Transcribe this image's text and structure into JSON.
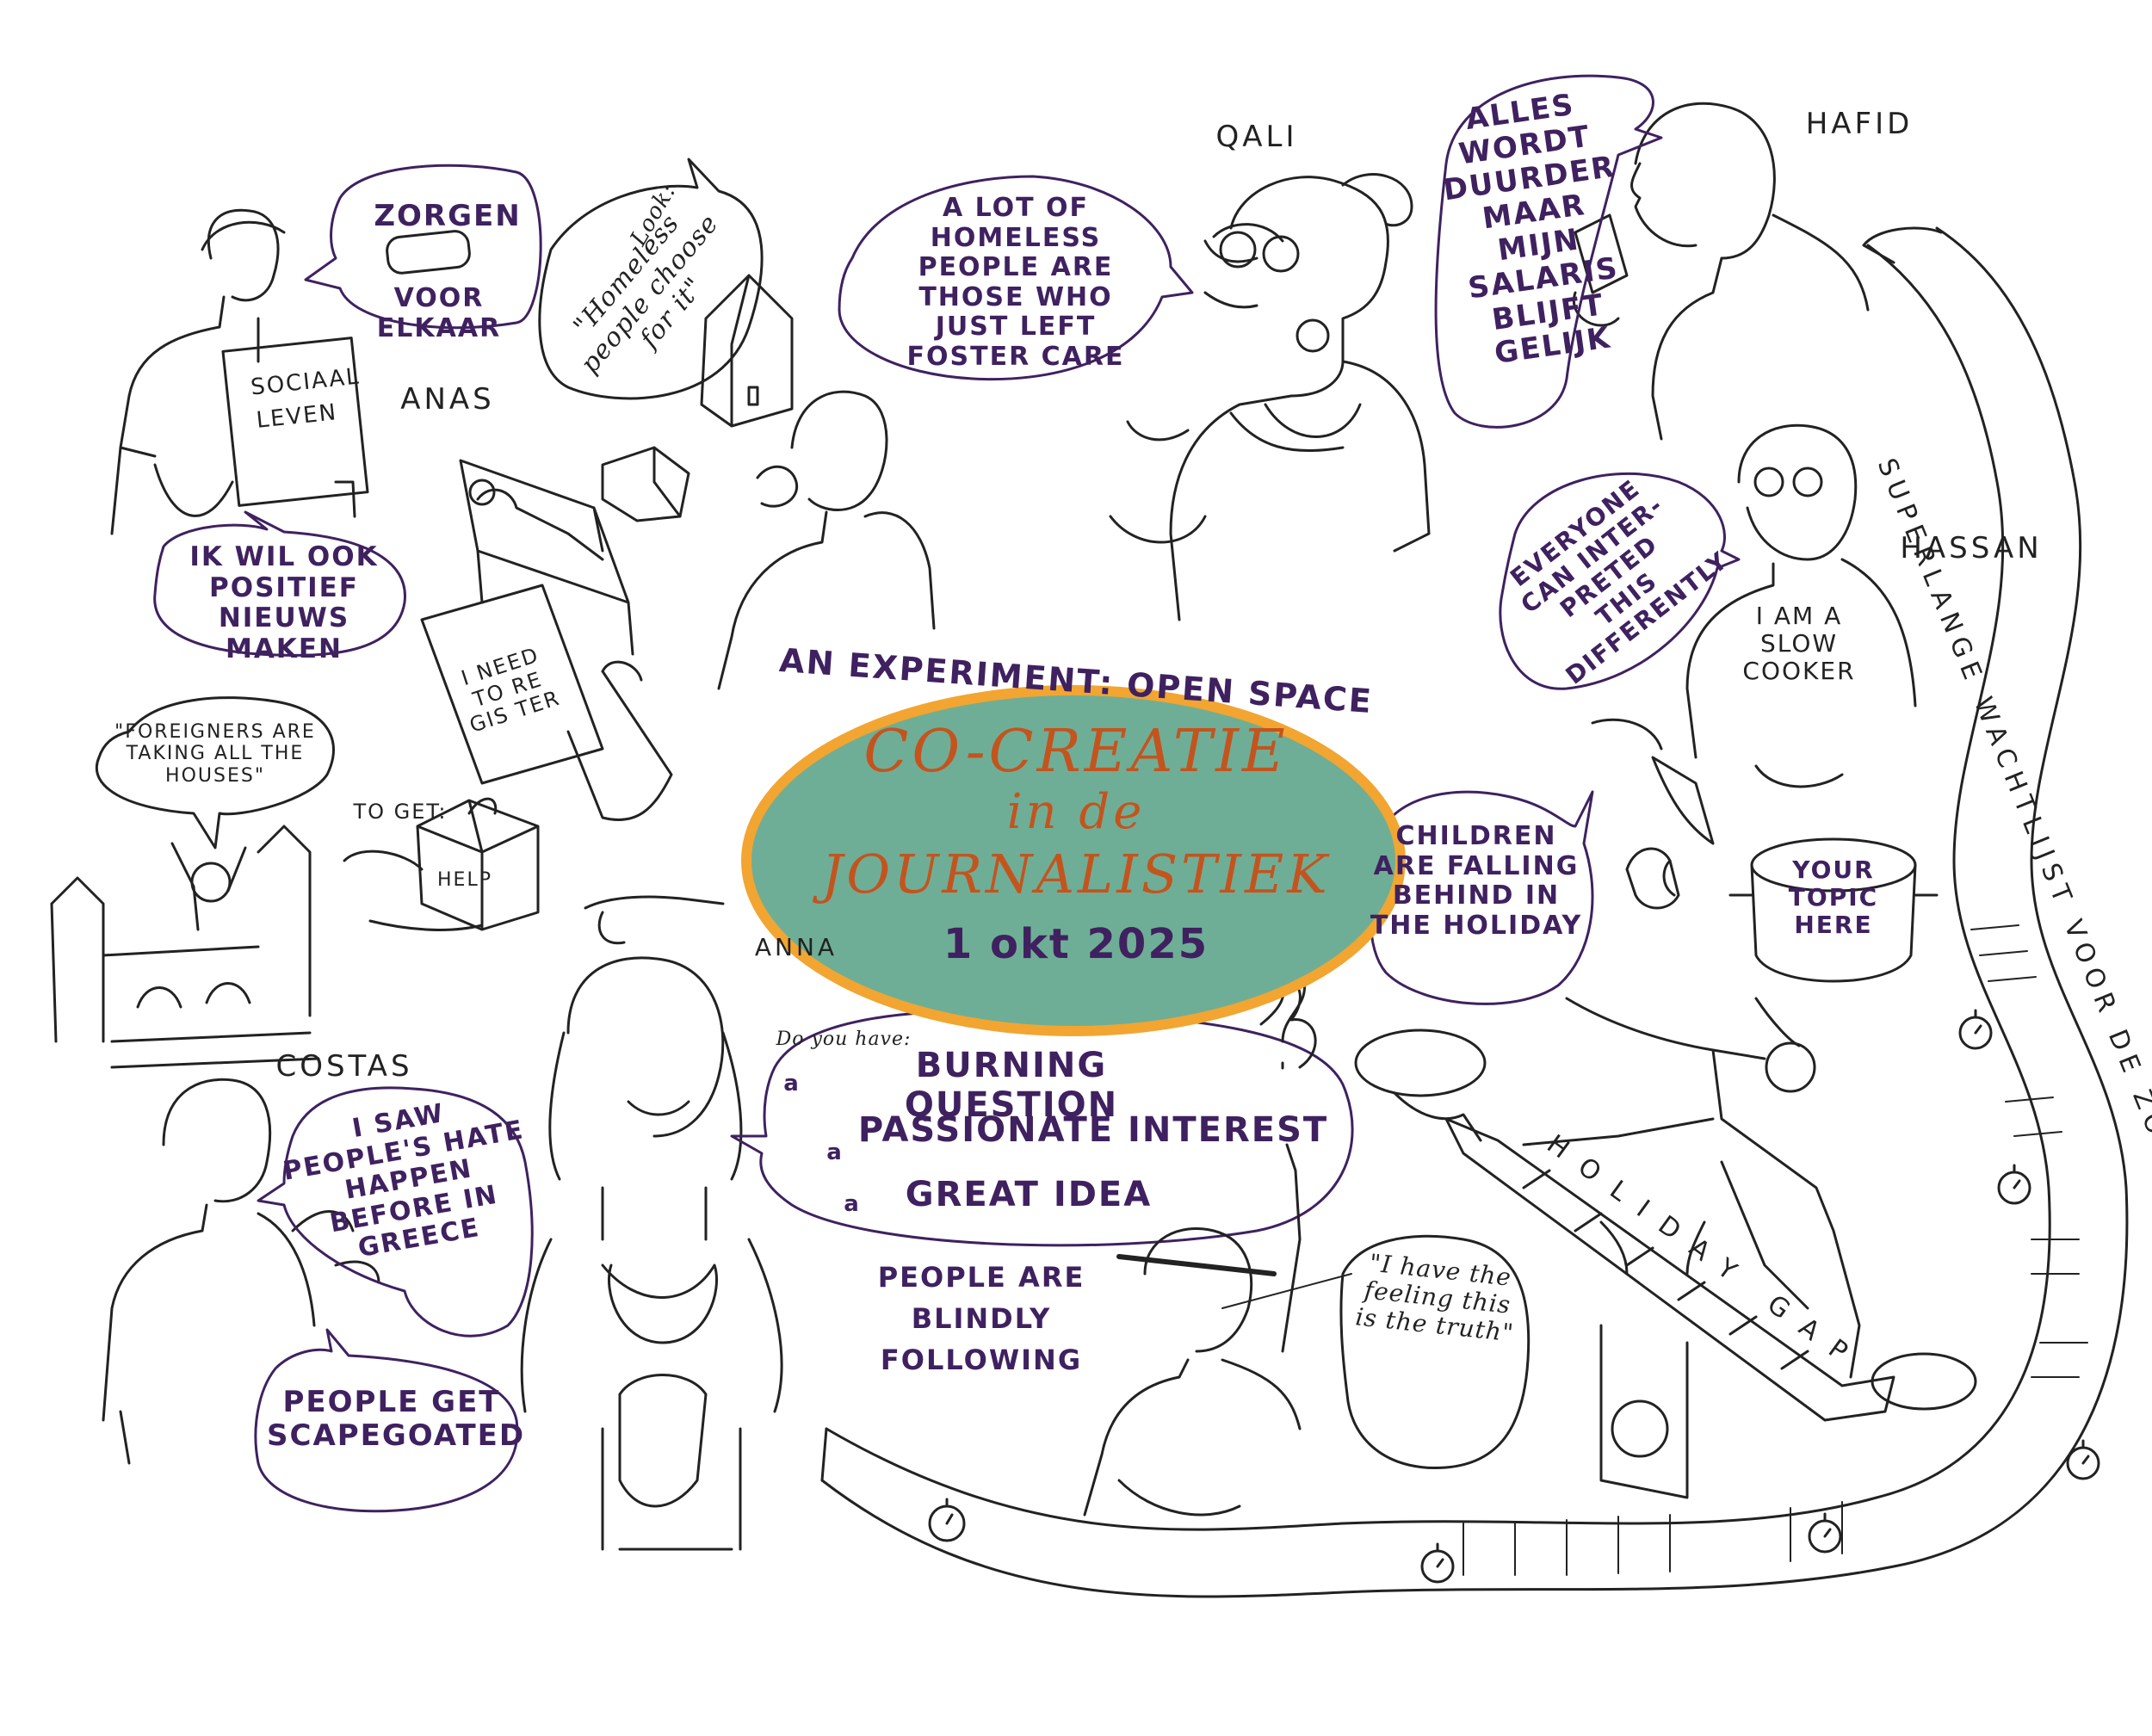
{
  "header": {
    "subtitle": "AN EXPERIMENT: OPEN SPACE",
    "title_line1": "CO-CREATIE",
    "title_line2": "in de",
    "title_line3": "JOURNALISTIEK",
    "date": "1 okt 2025"
  },
  "names": {
    "anas": "ANAS",
    "qali": "QALI",
    "hafid": "HAFID",
    "hassan": "HASSAN",
    "costas": "COSTAS",
    "anna": "ANNA"
  },
  "bubbles": {
    "zorgen_top": "ZORGEN",
    "zorgen_bottom": "VOOR ELKAAR",
    "sign_line1": "SOCIAAL",
    "sign_line2": "LEVEN",
    "positief": "IK WIL OOK POSITIEF NIEUWS MAKEN",
    "homeless_choice_1": "Look:",
    "homeless_choice_2": "\"Homeless people choose for it\"",
    "foster": "A LOT OF HOMELESS PEOPLE ARE THOSE WHO JUST LEFT FOSTER CARE",
    "duurder": "ALLES WORDT DUURDER MAAR MIJN SALARIS BLIJFT GELIJK",
    "everyone": "EVERYONE CAN INTER-PRETED THIS DIFFERENTLY",
    "slow_cooker": "I AM A SLOW COOKER",
    "register": "I NEED TO RE GIS TER",
    "foreigners": "\"FOREIGNERS ARE TAKING ALL THE HOUSES\"",
    "to_get": "TO GET:",
    "help": "HELP",
    "children": "CHILDREN ARE FALLING BEHIND IN THE HOLIDAY",
    "your_topic": "YOUR TOPIC HERE",
    "hate": "I SAW PEOPLE'S HATE HAPPEN BEFORE IN GREECE",
    "scapegoated": "PEOPLE GET SCAPEGOATED",
    "do_you_have": "Do you have:",
    "q1_prefix": "a",
    "q1": "BURNING QUESTION",
    "q2_prefix": "a",
    "q2": "PASSIONATE INTEREST",
    "q3_prefix": "a",
    "q3": "GREAT IDEA",
    "blindly": "PEOPLE ARE BLINDLY FOLLOWING",
    "feeling": "\"I have the feeling this is the truth\""
  },
  "path": {
    "label": "SUPERLANGE WACHTLIJST VOOR DE ZORG",
    "holiday_gap": "HOLIDAY GAP"
  },
  "colors": {
    "ink": "#222222",
    "purple": "#3f2160",
    "orange_text": "#c4541e",
    "oval_fill": "#6fae96",
    "oval_border": "#f2a531"
  }
}
